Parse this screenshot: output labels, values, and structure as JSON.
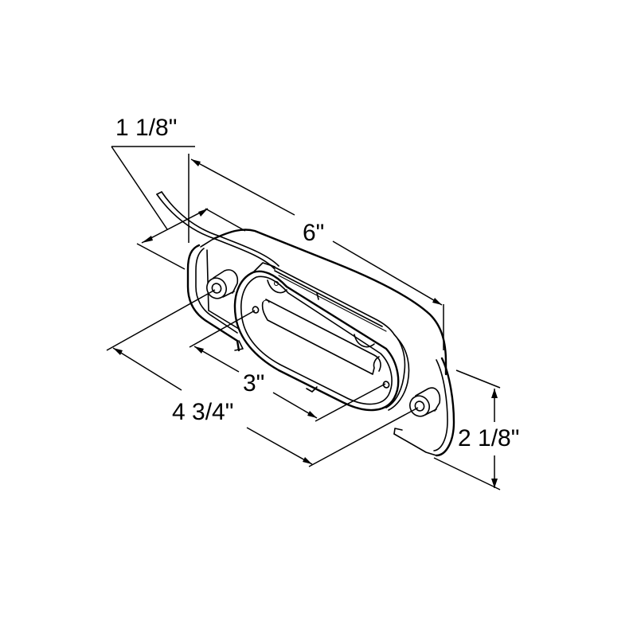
{
  "drawing": {
    "subject": "oval marker light with mounting bracket",
    "line_color": "#000000",
    "background_color": "#ffffff"
  },
  "dimensions": {
    "overall_length": {
      "label": "6\""
    },
    "overall_height": {
      "label": "2 1/8\""
    },
    "depth": {
      "label": "1 1/8\""
    },
    "mounting_hole_spacing": {
      "label": "4 3/4\""
    },
    "lens_hole_spacing": {
      "label": "3\""
    }
  }
}
